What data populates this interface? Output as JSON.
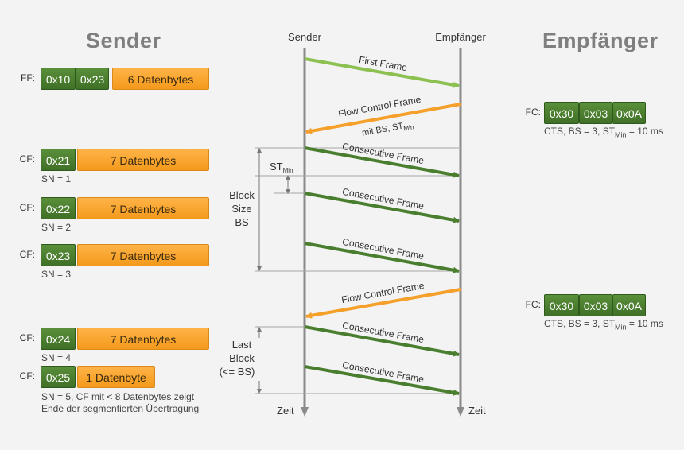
{
  "headings": {
    "sender": "Sender",
    "receiver": "Empfänger"
  },
  "columns": {
    "sender": "Sender",
    "receiver": "Empfänger",
    "time": "Zeit"
  },
  "ff": {
    "label": "FF:",
    "b1": "0x10",
    "b2": "0x23",
    "data": "6 Datenbytes"
  },
  "cf1": {
    "label": "CF:",
    "b1": "0x21",
    "data": "7 Datenbytes",
    "sn": "SN = 1"
  },
  "cf2": {
    "label": "CF:",
    "b1": "0x22",
    "data": "7 Datenbytes",
    "sn": "SN = 2"
  },
  "cf3": {
    "label": "CF:",
    "b1": "0x23",
    "data": "7 Datenbytes",
    "sn": "SN = 3"
  },
  "cf4": {
    "label": "CF:",
    "b1": "0x24",
    "data": "7 Datenbytes",
    "sn": "SN = 4"
  },
  "cf5": {
    "label": "CF:",
    "b1": "0x25",
    "data": "1 Datenbyte",
    "sn": "SN = 5, CF mit < 8 Datenbytes zeigt",
    "sn2": "Ende der segmentierten Übertragung"
  },
  "fc1": {
    "label": "FC:",
    "b1": "0x30",
    "b2": "0x03",
    "b3": "0x0A",
    "info_pre": "CTS, BS = 3, ST",
    "info_sub": "Min",
    "info_post": " = 10 ms"
  },
  "fc2": {
    "label": "FC:",
    "b1": "0x30",
    "b2": "0x03",
    "b3": "0x0A",
    "info_pre": "CTS, BS = 3, ST",
    "info_sub": "Min",
    "info_post": " = 10 ms"
  },
  "arrows": {
    "first_frame": "First Frame",
    "fc1_line1": "Flow Control Frame",
    "fc1_line2_pre": "mit BS, ST",
    "fc1_line2_sub": "Min",
    "cf": "Consecutive Frame",
    "fc2": "Flow Control Frame"
  },
  "dims": {
    "st_main": "ST",
    "st_sub": "Min",
    "block_l1": "Block",
    "block_l2": "Size",
    "block_l3": "BS",
    "last_l1": "Last",
    "last_l2": "Block",
    "last_l3": "(<= BS)"
  },
  "colors": {
    "green": "#4a7e2f",
    "orange": "#f5a02a",
    "light_green": "#8cc152",
    "axis": "#8a8a8a"
  }
}
